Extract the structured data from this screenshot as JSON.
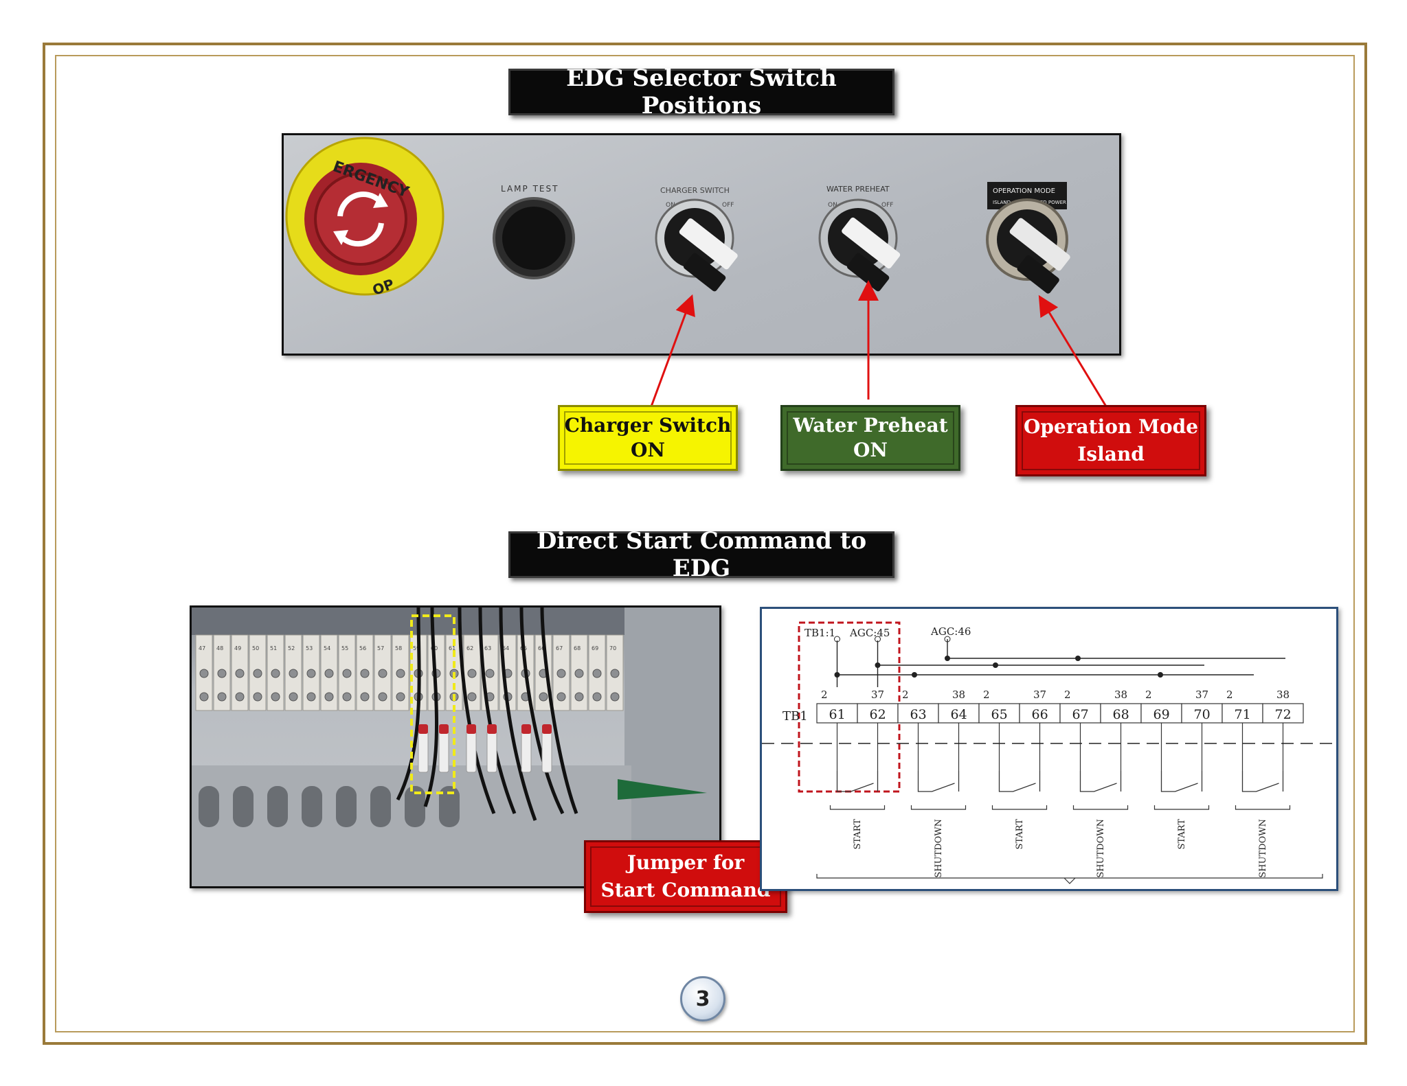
{
  "section1": {
    "title": "EDG Selector Switch Positions",
    "panel_labels": {
      "emergency": "ERGENCY",
      "emergency_stop": "OP",
      "lamp_test": "LAMP TEST",
      "charger_switch": "CHARGER SWITCH",
      "charger_on": "ON",
      "charger_off": "OFF",
      "water_preheat": "WATER PREHEAT",
      "water_on": "ON",
      "water_off": "OFF",
      "operation_mode": "OPERATION MODE",
      "op_island": "ISLAND",
      "op_fixed": "FIXED POWER"
    },
    "callouts": [
      {
        "line1": "Charger Switch",
        "line2": "ON"
      },
      {
        "line1": "Water Preheat",
        "line2": "ON"
      },
      {
        "line1": "Operation Mode",
        "line2": "Island"
      }
    ]
  },
  "section2": {
    "title": "Direct Start Command to EDG",
    "callout": {
      "line1": "Jumper for",
      "line2": "Start Command"
    },
    "terminal_numbers": [
      "47",
      "48",
      "49",
      "50",
      "51",
      "52",
      "53",
      "54",
      "55",
      "56",
      "57",
      "58",
      "59",
      "60",
      "61",
      "62",
      "63",
      "64",
      "65",
      "66",
      "67",
      "68",
      "69",
      "70"
    ],
    "diagram": {
      "tb_label": "TB1",
      "top_labels": [
        "TB1:1",
        "AGC:45",
        "AGC:46"
      ],
      "terminals": [
        "61",
        "62",
        "63",
        "64",
        "65",
        "66",
        "67",
        "68",
        "69",
        "70",
        "71",
        "72"
      ],
      "wire_numbers": [
        "2",
        "37",
        "2",
        "38",
        "2",
        "37",
        "2",
        "38",
        "2",
        "37",
        "2",
        "38"
      ],
      "functions": [
        "START",
        "SHUTDOWN",
        "START",
        "SHUTDOWN",
        "START",
        "SHUTDOWN"
      ]
    }
  },
  "page_number": "3",
  "colors": {
    "frame": "#9a7a3a",
    "title_bg": "#0a0a0a",
    "yellow": "#f6f400",
    "green": "#3f6a2a",
    "red": "#d00d0d",
    "arrow": "#e01010"
  }
}
